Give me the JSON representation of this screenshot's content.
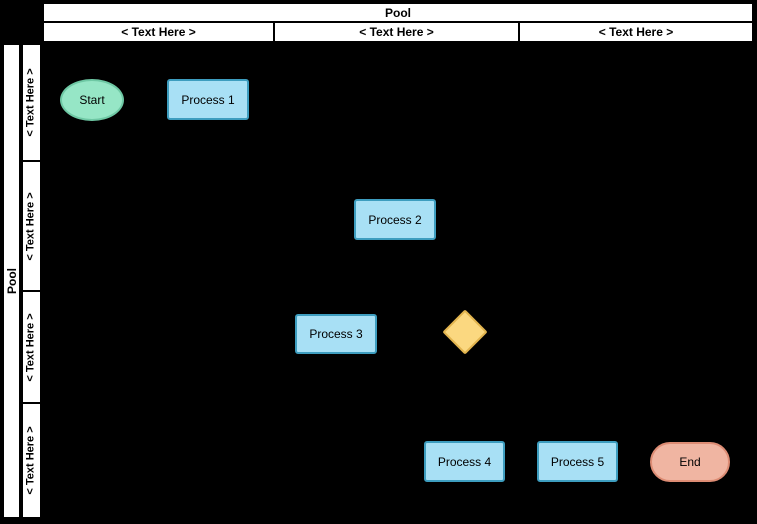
{
  "pool": {
    "top_title": "Pool",
    "side_title": "Pool",
    "columns": [
      "< Text Here >",
      "< Text Here >",
      "< Text Here >"
    ],
    "lanes": [
      "< Text Here >",
      "< Text Here >",
      "< Text Here >",
      "< Text Here >"
    ]
  },
  "shapes": {
    "start": {
      "label": "Start",
      "type": "start"
    },
    "process1": {
      "label": "Process 1",
      "type": "process"
    },
    "process2": {
      "label": "Process 2",
      "type": "process"
    },
    "process3": {
      "label": "Process 3",
      "type": "process"
    },
    "gateway": {
      "label": "",
      "type": "decision"
    },
    "process4": {
      "label": "Process 4",
      "type": "process"
    },
    "process5": {
      "label": "Process 5",
      "type": "process"
    },
    "end": {
      "label": "End",
      "type": "end"
    }
  },
  "colors": {
    "background": "#000000",
    "header_bg": "#FFFFFF",
    "line": "#000000",
    "process_fill": "#A8E0F5",
    "process_stroke": "#3D9DBF",
    "start_fill": "#96E6C6",
    "start_stroke": "#6EC8A4",
    "end_fill": "#F0B5A2",
    "end_stroke": "#DD8C74",
    "gateway_fill": "#FBD880",
    "gateway_stroke": "#E2B44E"
  }
}
